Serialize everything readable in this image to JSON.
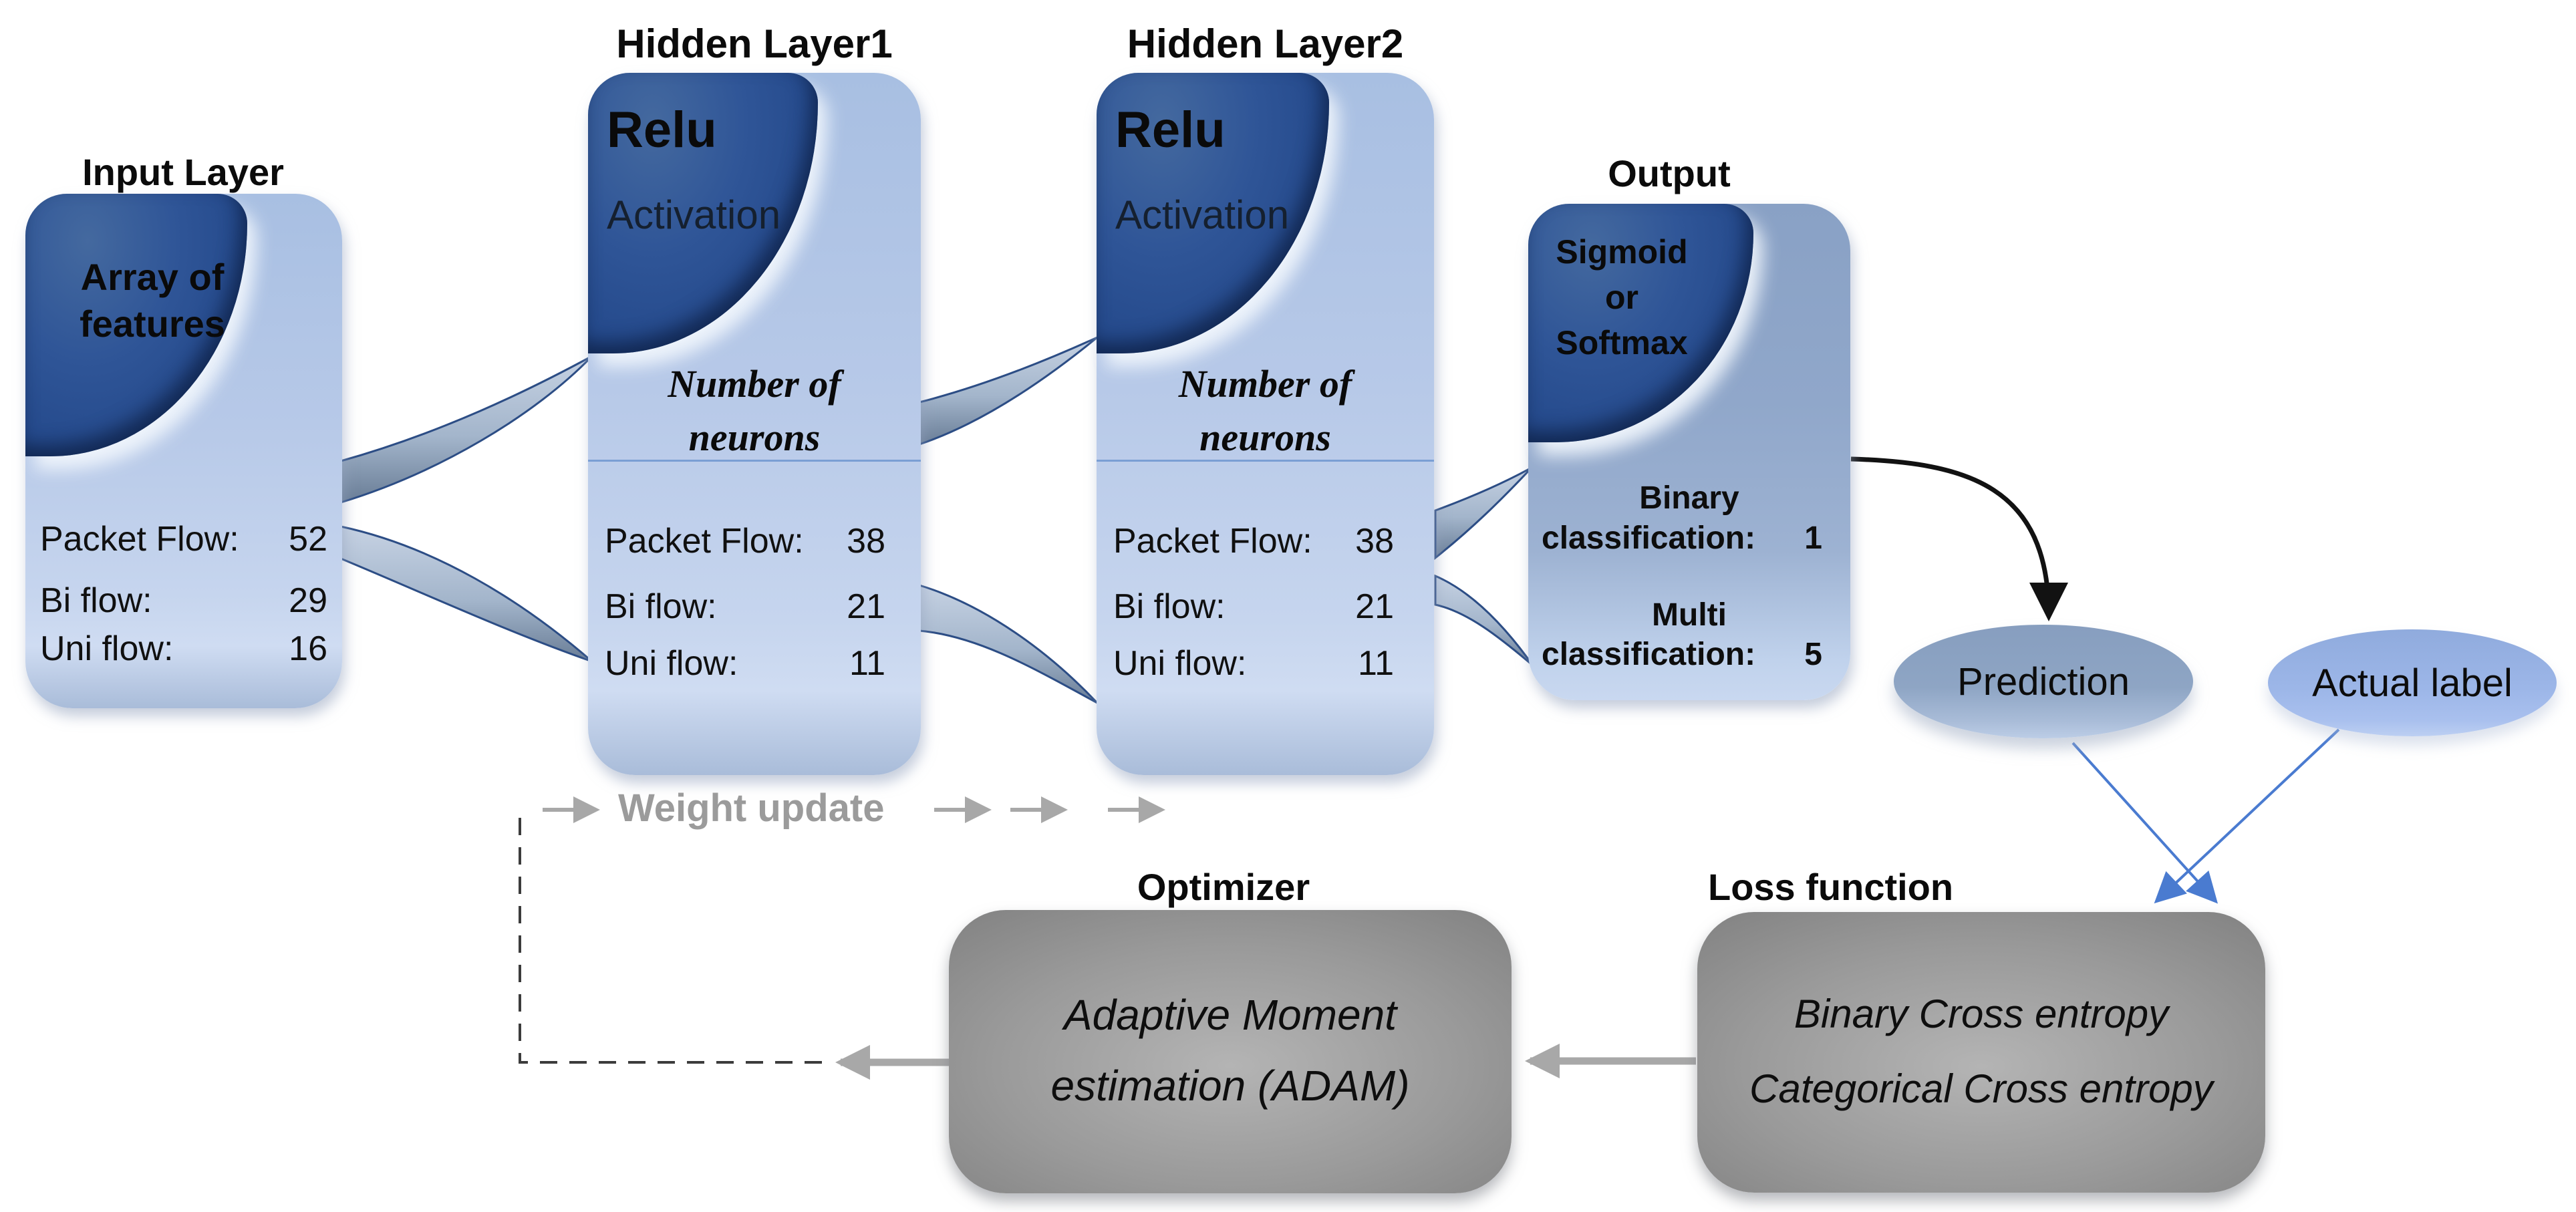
{
  "input": {
    "title": "Input Layer",
    "blob": [
      "Array of",
      "features"
    ],
    "rows": [
      {
        "label": "Packet Flow:",
        "value": "52"
      },
      {
        "label": "Bi flow:",
        "value": "29"
      },
      {
        "label": "Uni flow:",
        "value": "16"
      }
    ]
  },
  "hidden1": {
    "title": "Hidden Layer1",
    "activation_name": "Relu",
    "activation_word": "Activation",
    "neurons": [
      "Number of",
      "neurons"
    ],
    "rows": [
      {
        "label": "Packet Flow:",
        "value": "38"
      },
      {
        "label": "Bi flow:",
        "value": "21"
      },
      {
        "label": "Uni flow:",
        "value": "11"
      }
    ]
  },
  "hidden2": {
    "title": "Hidden Layer2",
    "activation_name": "Relu",
    "activation_word": "Activation",
    "neurons": [
      "Number of",
      "neurons"
    ],
    "rows": [
      {
        "label": "Packet Flow:",
        "value": "38"
      },
      {
        "label": "Bi flow:",
        "value": "21"
      },
      {
        "label": "Uni flow:",
        "value": "11"
      }
    ]
  },
  "output": {
    "title": "Output",
    "blob": [
      "Sigmoid",
      "or",
      "Softmax"
    ],
    "binary": {
      "heading": "Binary",
      "label": "classification:",
      "value": "1"
    },
    "multi": {
      "heading": "Multi",
      "label": "classification:",
      "value": "5"
    }
  },
  "prediction": {
    "label": "Prediction"
  },
  "actual": {
    "label": "Actual label"
  },
  "optimizer": {
    "title": "Optimizer",
    "lines": [
      "Adaptive Moment",
      "estimation (ADAM)"
    ]
  },
  "loss": {
    "title": "Loss function",
    "lines": [
      "Binary Cross entropy",
      "Categorical Cross entropy"
    ]
  },
  "weight_update": {
    "label": "Weight update"
  },
  "colors": {
    "layer_box": "#b1c5e8",
    "blob_dark_blue": "#2b5094",
    "output_box": "#8fa6c9",
    "prediction_fill": "#8ca3c2",
    "actual_fill": "#9cb6e8",
    "gray_box": "#909090",
    "blue_arrow": "#4a7bd0",
    "gray_arrow": "#a8a8a8",
    "weight_update_text": "#9b9b9b",
    "ribbon_fill": "#a3b5cb",
    "ribbon_stroke": "#2c4d85",
    "divider_line": "#7b9fd4",
    "black_arrow": "#121212"
  }
}
